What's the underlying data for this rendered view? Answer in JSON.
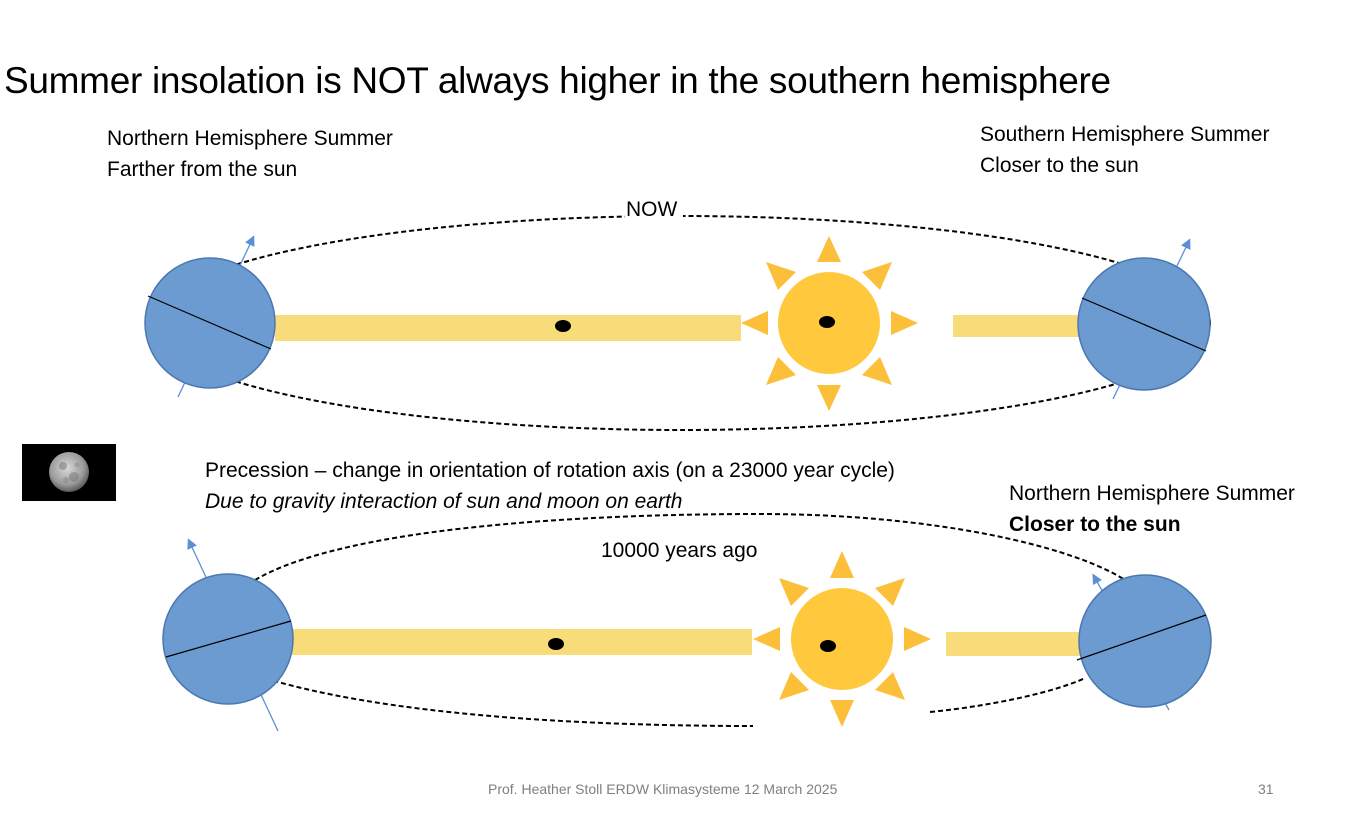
{
  "slide": {
    "title": "Summer insolation is NOT always higher in the southern hemisphere",
    "footer": "Prof. Heather Stoll   ERDW  Klimasysteme 12 March 2025",
    "page_number": "31"
  },
  "top_panel": {
    "left_label": [
      "Northern Hemisphere Summer",
      "Farther from the sun"
    ],
    "right_label": [
      "Southern Hemisphere Summer",
      "Closer to the sun"
    ],
    "orbit_label": "NOW"
  },
  "middle_text": {
    "line1": "Precession – change in orientation of rotation axis  (on a 23000 year cycle)",
    "line2": "Due to gravity interaction of sun and moon on earth"
  },
  "bottom_panel": {
    "right_label": [
      "Northern Hemisphere Summer",
      "Closer to the sun"
    ],
    "orbit_label": "10000 years ago"
  },
  "colors": {
    "earth": "#6b9bd1",
    "earth_stroke": "#4a78b0",
    "sun": "#ffc83d",
    "sun_ray": "#fbbf3a",
    "beam": "#f9dc7a",
    "axis_arrow": "#5b8fd6",
    "footer": "#7f7f7f"
  },
  "icons": {
    "moon": "moon-photo",
    "sun": "sun-icon",
    "earth": "earth-icon"
  }
}
